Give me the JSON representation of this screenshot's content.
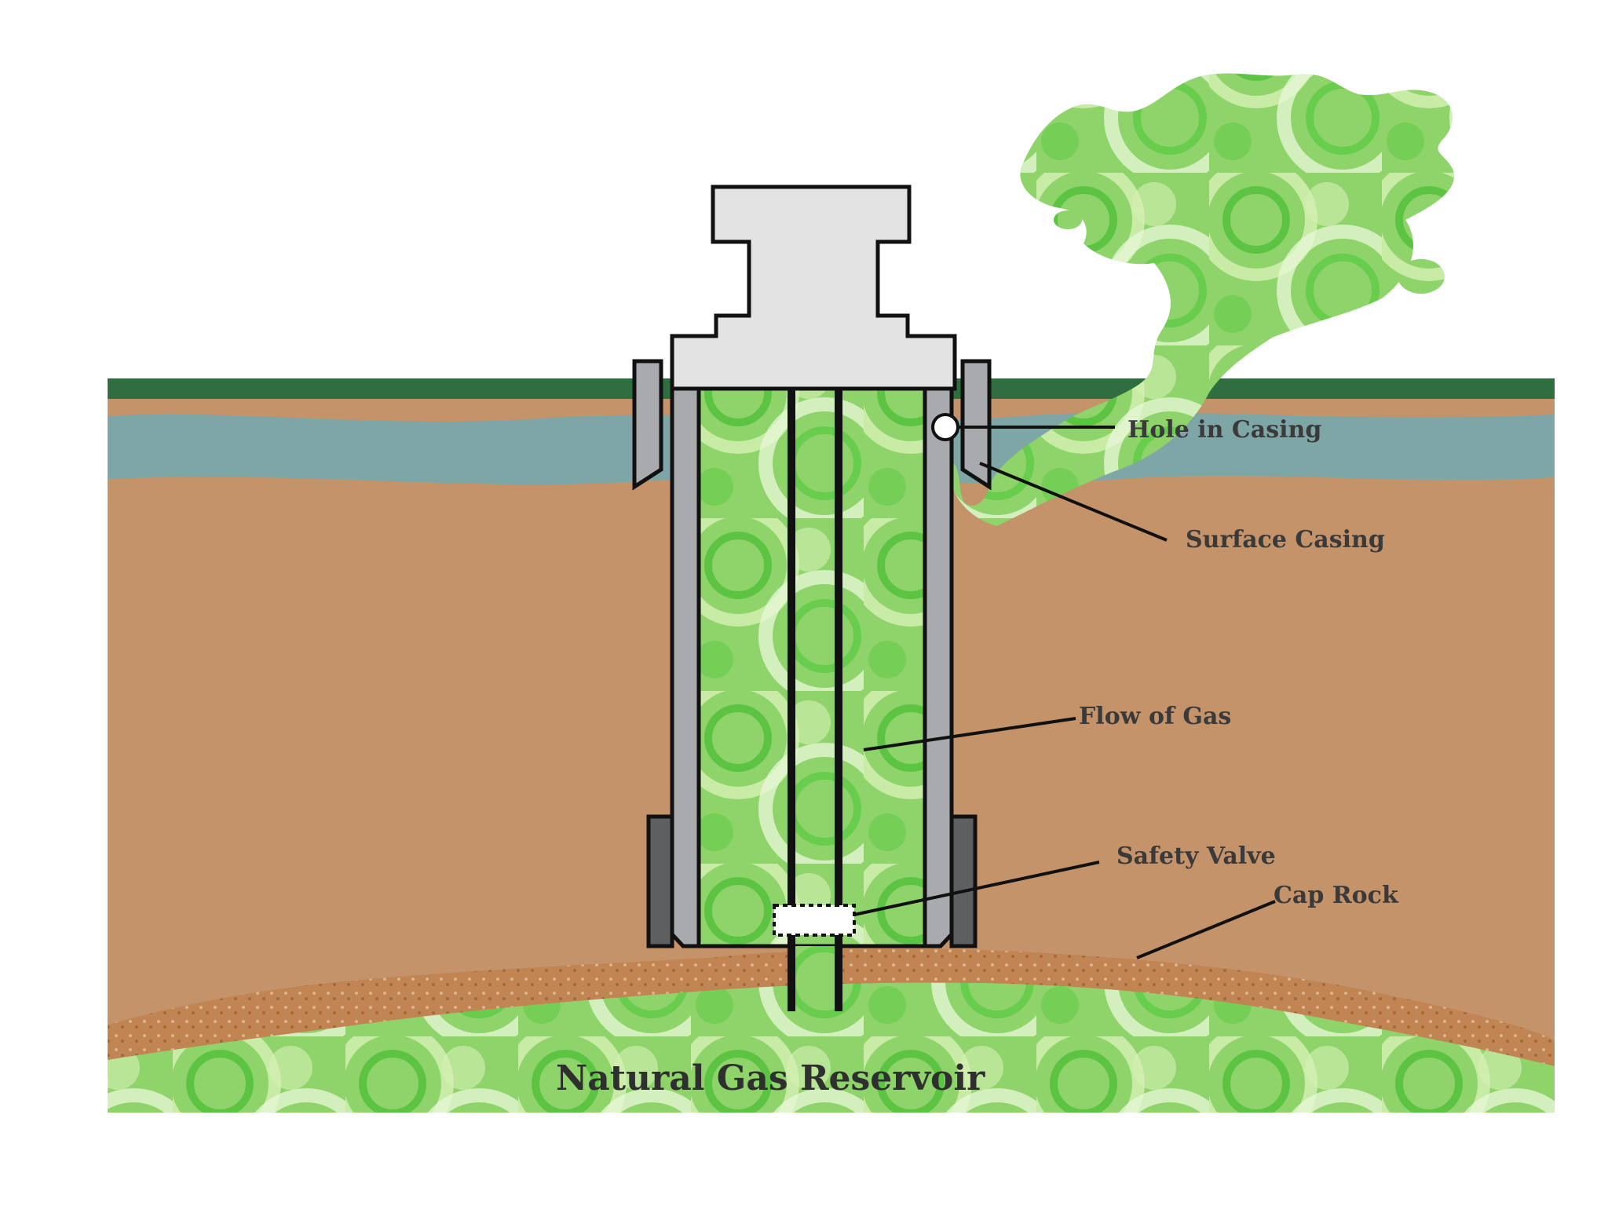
{
  "diagram": {
    "labels": {
      "hole_in_casing": "Hole in Casing",
      "surface_casing": "Surface Casing",
      "flow_of_gas": "Flow of Gas",
      "safety_valve": "Safety Valve",
      "cap_rock": "Cap Rock",
      "reservoir": "Natural Gas Reservoir"
    },
    "colors": {
      "sky": "#ffffff",
      "grass": "#2f6f3f",
      "soil": "#c4936a",
      "aquifer": "#7ea6a6",
      "cap_rock": "#b97f4f",
      "gas_light": "#d6f2b4",
      "gas_mid": "#8fd36b",
      "gas_dark": "#4fbf3a",
      "casing_gray": "#a9aaad",
      "casing_dark": "#5e5f61",
      "wellhead": "#e3e3e3",
      "outline": "#111111"
    }
  }
}
